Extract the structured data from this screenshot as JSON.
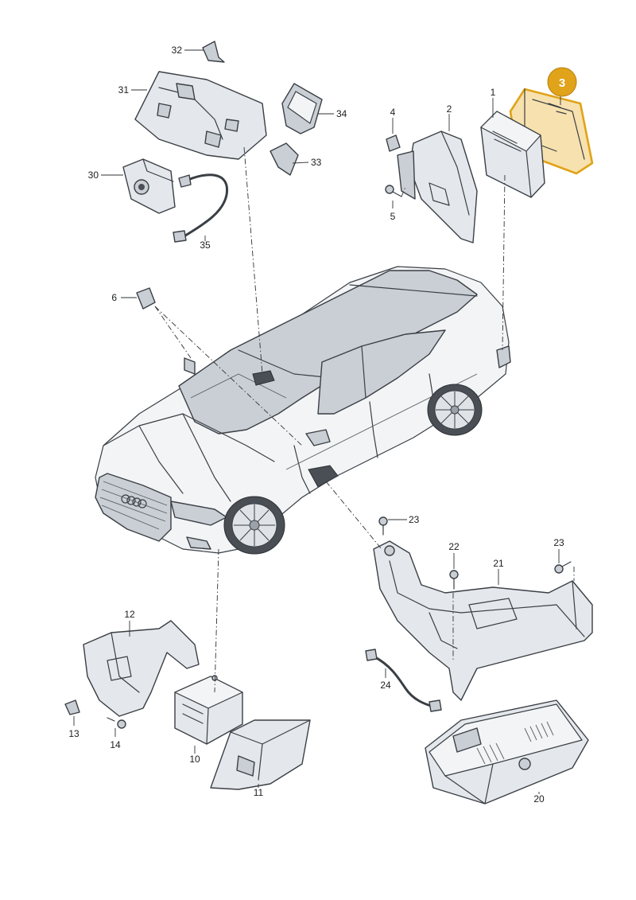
{
  "callouts": [
    {
      "id": "p1",
      "label": "1"
    },
    {
      "id": "p2",
      "label": "2"
    },
    {
      "id": "p4",
      "label": "4"
    },
    {
      "id": "p5",
      "label": "5"
    },
    {
      "id": "p6",
      "label": "6"
    },
    {
      "id": "p10",
      "label": "10"
    },
    {
      "id": "p11",
      "label": "11"
    },
    {
      "id": "p12",
      "label": "12"
    },
    {
      "id": "p13",
      "label": "13"
    },
    {
      "id": "p14",
      "label": "14"
    },
    {
      "id": "p20",
      "label": "20"
    },
    {
      "id": "p21",
      "label": "21"
    },
    {
      "id": "p22",
      "label": "22"
    },
    {
      "id": "p23a",
      "label": "23"
    },
    {
      "id": "p23b",
      "label": "23"
    },
    {
      "id": "p24",
      "label": "24"
    },
    {
      "id": "p30",
      "label": "30"
    },
    {
      "id": "p31",
      "label": "31"
    },
    {
      "id": "p32",
      "label": "32"
    },
    {
      "id": "p33",
      "label": "33"
    },
    {
      "id": "p34",
      "label": "34"
    },
    {
      "id": "p35",
      "label": "35"
    }
  ],
  "highlighted_part": {
    "label": "3",
    "badge_color": "#e0a319",
    "outline_color": "#e0a319"
  },
  "colors": {
    "line": "#3a3f44",
    "fill": "#e4e8ec",
    "badge": "#e0a319"
  }
}
